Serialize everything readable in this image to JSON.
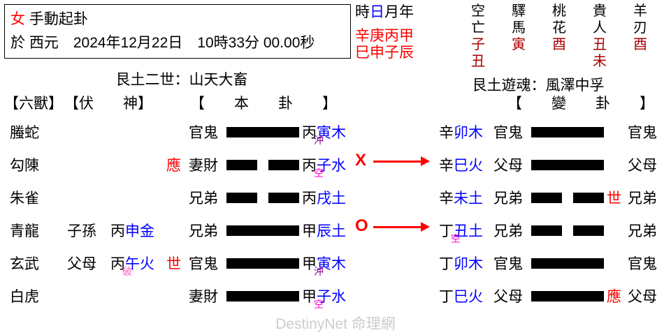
{
  "header": {
    "gender": "女",
    "method": "手動起卦",
    "at_label": "於 西元",
    "datetime": "2024年12月22日　10時33分 00.00秒"
  },
  "pillars": {
    "labels": [
      "時",
      "日",
      "月",
      "年"
    ],
    "label_row": "時日月年",
    "stems_row": "辛庚丙甲",
    "branches_row": "巳申子辰",
    "day_highlight": "日"
  },
  "shensha": {
    "names": [
      {
        "top": "空",
        "bottom": "亡"
      },
      {
        "top": "驛",
        "bottom": "馬"
      },
      {
        "top": "桃",
        "bottom": "花"
      },
      {
        "top": "貴",
        "bottom": "人"
      },
      {
        "top": "羊",
        "bottom": "刃"
      }
    ],
    "values_top": [
      "子",
      "寅",
      "酉",
      "丑",
      "酉"
    ],
    "values_bottom": [
      "丑",
      "",
      "",
      "未",
      ""
    ]
  },
  "hexagrams": {
    "main_title": "艮土二世：山天大畜",
    "changed_title": "艮土遊魂：風澤中孚"
  },
  "columns": {
    "beast": "【六獸】",
    "fushen": "【伏　　神】",
    "main": "【　　本　　卦　　】",
    "changed": "【　　變　　卦　　】"
  },
  "rows": [
    {
      "beast": "螣蛇",
      "fu_god": "",
      "fu_gan": "",
      "fu_zhi": "",
      "fu_wuxing": "",
      "fu_anno": "",
      "fu_anno_color": "",
      "shiying_left": "",
      "liuqin": "官鬼",
      "line_type": "yang",
      "gan": "丙",
      "zhi": "寅",
      "wuxing": "木",
      "anno": "沖",
      "anno_color": "purple",
      "marker": "",
      "gan2": "辛",
      "zhi2": "卯",
      "wuxing2": "木",
      "anno2": "",
      "anno2_color": "",
      "liuqin2": "官鬼",
      "line_type2": "yang",
      "shiying_right": "",
      "liuqin3": "官鬼"
    },
    {
      "beast": "勾陳",
      "fu_god": "",
      "fu_gan": "",
      "fu_zhi": "",
      "fu_wuxing": "",
      "fu_anno": "",
      "fu_anno_color": "",
      "shiying_left": "應",
      "liuqin": "妻財",
      "line_type": "yin",
      "gan": "丙",
      "zhi": "子",
      "wuxing": "水",
      "anno": "空",
      "anno_color": "magenta",
      "marker": "X",
      "gan2": "辛",
      "zhi2": "巳",
      "wuxing2": "火",
      "anno2": "",
      "anno2_color": "",
      "liuqin2": "父母",
      "line_type2": "yang",
      "shiying_right": "",
      "liuqin3": "父母"
    },
    {
      "beast": "朱雀",
      "fu_god": "",
      "fu_gan": "",
      "fu_zhi": "",
      "fu_wuxing": "",
      "fu_anno": "",
      "fu_anno_color": "",
      "shiying_left": "",
      "liuqin": "兄弟",
      "line_type": "yin",
      "gan": "丙",
      "zhi": "戌",
      "wuxing": "土",
      "anno": "",
      "anno_color": "",
      "marker": "",
      "gan2": "辛",
      "zhi2": "未",
      "wuxing2": "土",
      "anno2": "",
      "anno2_color": "",
      "liuqin2": "兄弟",
      "line_type2": "yin",
      "shiying_right": "世",
      "liuqin3": "兄弟"
    },
    {
      "beast": "青龍",
      "fu_god": "子孫",
      "fu_gan": "丙",
      "fu_zhi": "申",
      "fu_wuxing": "金",
      "fu_anno": "",
      "fu_anno_color": "",
      "shiying_left": "",
      "liuqin": "兄弟",
      "line_type": "yang",
      "gan": "甲",
      "zhi": "辰",
      "wuxing": "土",
      "anno": "",
      "anno_color": "",
      "marker": "O",
      "gan2": "丁",
      "zhi2": "丑",
      "wuxing2": "土",
      "anno2": "空",
      "anno2_color": "magenta",
      "liuqin2": "兄弟",
      "line_type2": "yin",
      "shiying_right": "",
      "liuqin3": "兄弟"
    },
    {
      "beast": "玄武",
      "fu_god": "父母",
      "fu_gan": "丙",
      "fu_zhi": "午",
      "fu_wuxing": "火",
      "fu_anno": "破",
      "fu_anno_color": "pink",
      "shiying_left": "世",
      "liuqin": "官鬼",
      "line_type": "yang",
      "gan": "甲",
      "zhi": "寅",
      "wuxing": "木",
      "anno": "沖",
      "anno_color": "purple",
      "marker": "",
      "gan2": "丁",
      "zhi2": "卯",
      "wuxing2": "木",
      "anno2": "",
      "anno2_color": "",
      "liuqin2": "官鬼",
      "line_type2": "yang",
      "shiying_right": "",
      "liuqin3": "官鬼"
    },
    {
      "beast": "白虎",
      "fu_god": "",
      "fu_gan": "",
      "fu_zhi": "",
      "fu_wuxing": "",
      "fu_anno": "",
      "fu_anno_color": "",
      "shiying_left": "",
      "liuqin": "妻財",
      "line_type": "yang",
      "gan": "甲",
      "zhi": "子",
      "wuxing": "水",
      "anno": "空",
      "anno_color": "magenta",
      "marker": "",
      "gan2": "丁",
      "zhi2": "巳",
      "wuxing2": "火",
      "anno2": "",
      "anno2_color": "",
      "liuqin2": "父母",
      "line_type2": "yang",
      "shiying_right": "應",
      "liuqin3": "父母"
    }
  ],
  "watermark": "DestinyNet 命理網",
  "colors": {
    "red": "#ff0000",
    "blue": "#0000ff",
    "dark_red": "#aa0000",
    "magenta": "#ff00cc",
    "pink": "#ff66cc",
    "purple": "#880088",
    "watermark_gray": "#cccccc"
  }
}
